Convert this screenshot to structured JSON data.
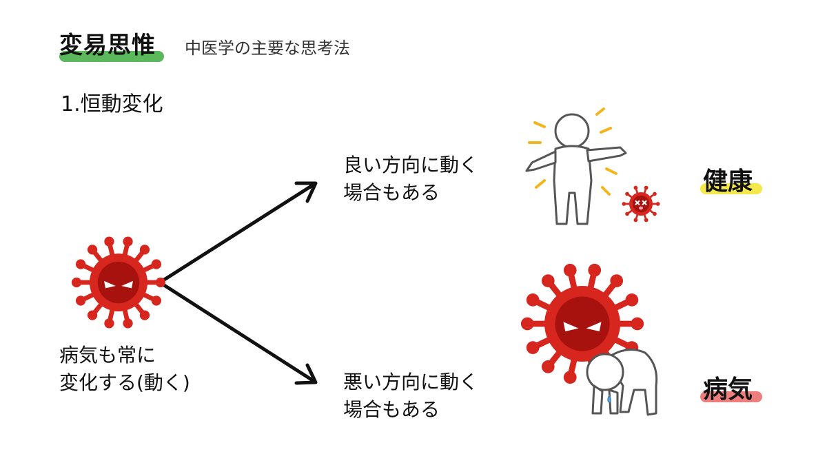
{
  "header": {
    "title": "変易思惟",
    "subtitle": "中医学の主要な思考法",
    "underline_color": "#5cb85c"
  },
  "section": {
    "heading": "1.恒動変化"
  },
  "left": {
    "caption_line1": "病気も常に",
    "caption_line2": "変化する(動く)"
  },
  "branches": {
    "good": {
      "line1": "良い方向に動く",
      "line2": "場合もある",
      "result": "健康",
      "highlight": "#f5e84a"
    },
    "bad": {
      "line1": "悪い方向に動く",
      "line2": "場合もある",
      "result": "病気",
      "highlight": "#ee7d7d"
    }
  },
  "colors": {
    "virus": "#d7261e",
    "virus_dark": "#a8120e",
    "arrow": "#111111",
    "accent_ray": "#f2b51c"
  },
  "icons": [
    "virus-icon",
    "healthy-person-icon",
    "dead-virus-icon",
    "big-virus-icon",
    "sick-person-icon"
  ]
}
